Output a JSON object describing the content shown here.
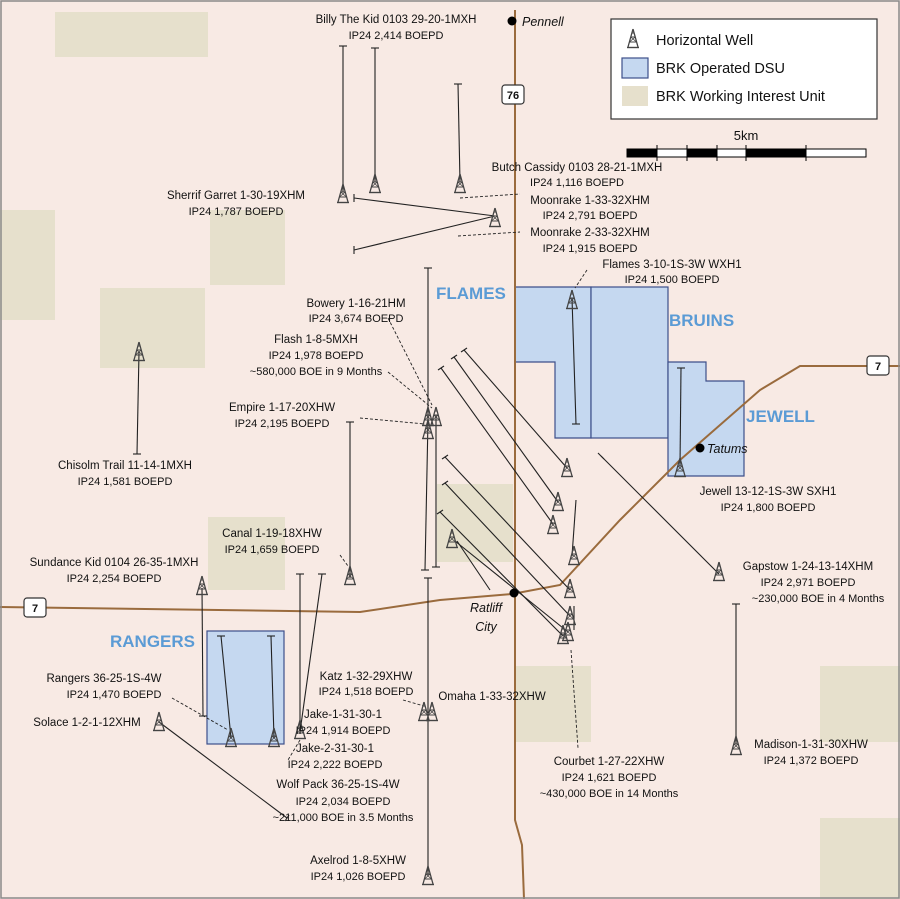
{
  "colors": {
    "background": "#f8eae4",
    "dsu_fill": "#c5d8f0",
    "dsu_stroke": "#3d4f8a",
    "working_interest_fill": "#e6e0cc",
    "road": "#9a6b3d",
    "area_label": "#5b9bd5"
  },
  "legend": {
    "horizontal_well": "Horizontal Well",
    "operated_dsu": "BRK Operated DSU",
    "working_interest_unit": "BRK Working Interest Unit",
    "icon": "drilling-rig-icon"
  },
  "scale": {
    "label": "5km"
  },
  "towns": {
    "pennell": "Pennell",
    "tatums": "Tatums",
    "ratliff_line1": "Ratliff",
    "ratliff_line2": "City"
  },
  "highways": {
    "h76": "76",
    "h7_east": "7",
    "h7_west": "7"
  },
  "areas": {
    "flames": "FLAMES",
    "bruins": "BRUINS",
    "jewell": "JEWELL",
    "rangers": "RANGERS"
  },
  "wells": [
    {
      "name": "Billy The Kid 0103 29-20-1MXH",
      "ip": "IP24 2,414 BOEPD"
    },
    {
      "name": "Butch Cassidy 0103 28-21-1MXH",
      "ip": "IP24 1,116 BOEPD"
    },
    {
      "name": "Sherrif Garret 1-30-19XHM",
      "ip": "IP24 1,787 BOEPD"
    },
    {
      "name": "Moonrake 1-33-32XHM",
      "ip": "IP24 2,791 BOEPD"
    },
    {
      "name": "Moonrake 2-33-32XHM",
      "ip": "IP24 1,915 BOEPD"
    },
    {
      "name": "Flames 3-10-1S-3W WXH1",
      "ip": "IP24 1,500 BOEPD"
    },
    {
      "name": "Bowery 1-16-21HM",
      "ip": "IP24 3,674 BOEPD"
    },
    {
      "name": "Flash 1-8-5MXH",
      "ip": "IP24 1,978 BOEPD",
      "note": "~580,000 BOE in 9 Months"
    },
    {
      "name": "Empire 1-17-20XHW",
      "ip": "IP24 2,195 BOEPD"
    },
    {
      "name": "Chisolm Trail 11-14-1MXH",
      "ip": "IP24 1,581 BOEPD"
    },
    {
      "name": "Jewell 13-12-1S-3W SXH1",
      "ip": "IP24 1,800 BOEPD"
    },
    {
      "name": "Canal 1-19-18XHW",
      "ip": "IP24 1,659 BOEPD"
    },
    {
      "name": "Sundance Kid 0104 26-35-1MXH",
      "ip": "IP24 2,254 BOEPD"
    },
    {
      "name": "Gapstow 1-24-13-14XHM",
      "ip": "IP24 2,971 BOEPD",
      "note": "~230,000 BOE in 4 Months"
    },
    {
      "name": "Rangers 36-25-1S-4W",
      "ip": "IP24 1,470 BOEPD"
    },
    {
      "name": "Katz 1-32-29XHW",
      "ip": "IP24 1,518 BOEPD"
    },
    {
      "name": "Omaha 1-33-32XHW",
      "ip": ""
    },
    {
      "name": "Solace 1-2-1-12XHM",
      "ip": ""
    },
    {
      "name": "Jake-1-31-30-1",
      "ip": "IP24 1,914 BOEPD"
    },
    {
      "name": "Jake-2-31-30-1",
      "ip": "IP24 2,222 BOEPD"
    },
    {
      "name": "Madison-1-31-30XHW",
      "ip": "IP24 1,372 BOEPD"
    },
    {
      "name": "Courbet 1-27-22XHW",
      "ip": "IP24 1,621 BOEPD",
      "note": "~430,000 BOE in 14 Months"
    },
    {
      "name": "Wolf Pack 36-25-1S-4W",
      "ip": "IP24 2,034 BOEPD",
      "note": "~211,000 BOE in 3.5 Months"
    },
    {
      "name": "Axelrod 1-8-5XHW",
      "ip": "IP24 1,026 BOEPD"
    }
  ]
}
